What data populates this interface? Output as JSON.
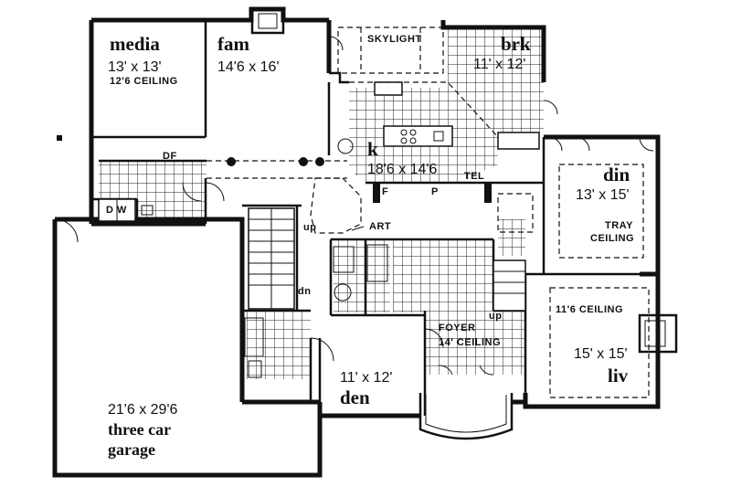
{
  "rooms": {
    "media": {
      "name": "media",
      "size": "13' x 13'",
      "note": "12'6  CEILING"
    },
    "fam": {
      "name": "fam",
      "size": "14'6 x 16'"
    },
    "skylight": {
      "note": "SKYLIGHT"
    },
    "brk": {
      "name": "brk",
      "size": "11' x 12'"
    },
    "k": {
      "name": "k",
      "size": "18'6 x 14'6"
    },
    "din": {
      "name": "din",
      "size": "13' x 15'",
      "note1": "TRAY",
      "note2": "CEILING"
    },
    "liv": {
      "name": "liv",
      "size": "15' x 15'",
      "note": "11'6  CEILING"
    },
    "foyer": {
      "name": "FOYER",
      "note": "14'  CEILING"
    },
    "den": {
      "name": "den",
      "size": "11' x 12'"
    },
    "garage": {
      "size": "21'6 x 29'6",
      "name1": "three car",
      "name2": "garage"
    }
  },
  "fixtures": {
    "df": "DF",
    "dw": "D W",
    "tel": "TEL",
    "fridge": "F",
    "pantry": "P",
    "art": "ART",
    "up_main": "up",
    "dn": "dn",
    "up_foyer": "up"
  }
}
